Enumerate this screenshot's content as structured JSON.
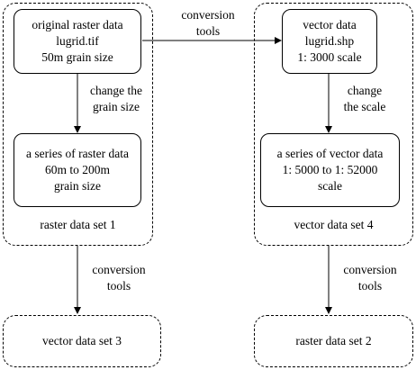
{
  "left_group": {
    "label": "raster data set 1",
    "top_box": [
      "original raster data",
      "lugrid.tif",
      "50m grain size"
    ],
    "bottom_box": [
      "a series of raster data",
      "60m to 200m",
      "grain size"
    ],
    "inner_edge": [
      "change the",
      "grain size"
    ]
  },
  "right_group": {
    "label": "vector data set 4",
    "top_box": [
      "vector data",
      "lugrid.shp",
      "1: 3000 scale"
    ],
    "bottom_box": [
      "a series of vector data",
      "1: 5000 to 1: 52000",
      "scale"
    ],
    "inner_edge": [
      "change",
      "the scale"
    ]
  },
  "middle_edge": [
    "conversion",
    "tools"
  ],
  "left_down_edge": [
    "conversion",
    "tools"
  ],
  "right_down_edge": [
    "conversion",
    "tools"
  ],
  "bottom_left_box": "vector data set 3",
  "bottom_right_box": "raster data set 2"
}
